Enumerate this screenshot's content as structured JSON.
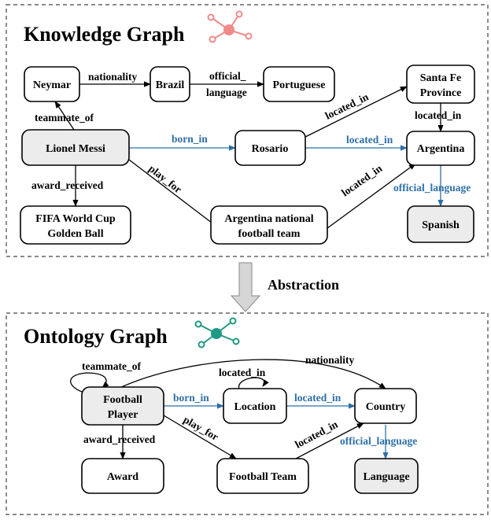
{
  "kg": {
    "title": "Knowledge Graph",
    "nodes": {
      "neymar": "Neymar",
      "brazil": "Brazil",
      "portuguese": "Portuguese",
      "santa_fe_1": "Santa Fe",
      "santa_fe_2": "Province",
      "messi": "Lionel Messi",
      "rosario": "Rosario",
      "argentina": "Argentina",
      "fifa_1": "FIFA World Cup",
      "fifa_2": "Golden Ball",
      "arg_team_1": "Argentina national",
      "arg_team_2": "football team",
      "spanish": "Spanish"
    },
    "edges": {
      "nationality": "nationality",
      "official_1": "official_",
      "official_2": "language",
      "teammate_of": "teammate_of",
      "born_in": "born_in",
      "located_in_sf": "located_in",
      "located_in_sf_arg": "located_in",
      "located_in_ros": "located_in",
      "located_in_team": "located_in",
      "award_received": "award_received",
      "play_for": "play_for",
      "official_language": "official_language"
    }
  },
  "abstraction": "Abstraction",
  "og": {
    "title": "Ontology Graph",
    "nodes": {
      "player_1": "Football",
      "player_2": "Player",
      "location": "Location",
      "country": "Country",
      "award": "Award",
      "team": "Football Team",
      "language": "Language"
    },
    "edges": {
      "teammate_of": "teammate_of",
      "located_in_self": "located_in",
      "nationality": "nationality",
      "born_in": "born_in",
      "located_in": "located_in",
      "play_for": "play_for",
      "award_received": "award_received",
      "located_in_team": "located_in",
      "official_language": "official_language"
    }
  },
  "colors": {
    "kg_icon": "#f08a8a",
    "og_icon": "#1f9a84",
    "relation_blue": "#2e6fa8",
    "shaded_node": "#ececec",
    "arrow_fill": "#d6d6d6"
  },
  "icons": {
    "kg_icon": "network-graph-icon",
    "og_icon": "network-graph-icon",
    "abstraction_arrow": "down-arrow-icon"
  }
}
